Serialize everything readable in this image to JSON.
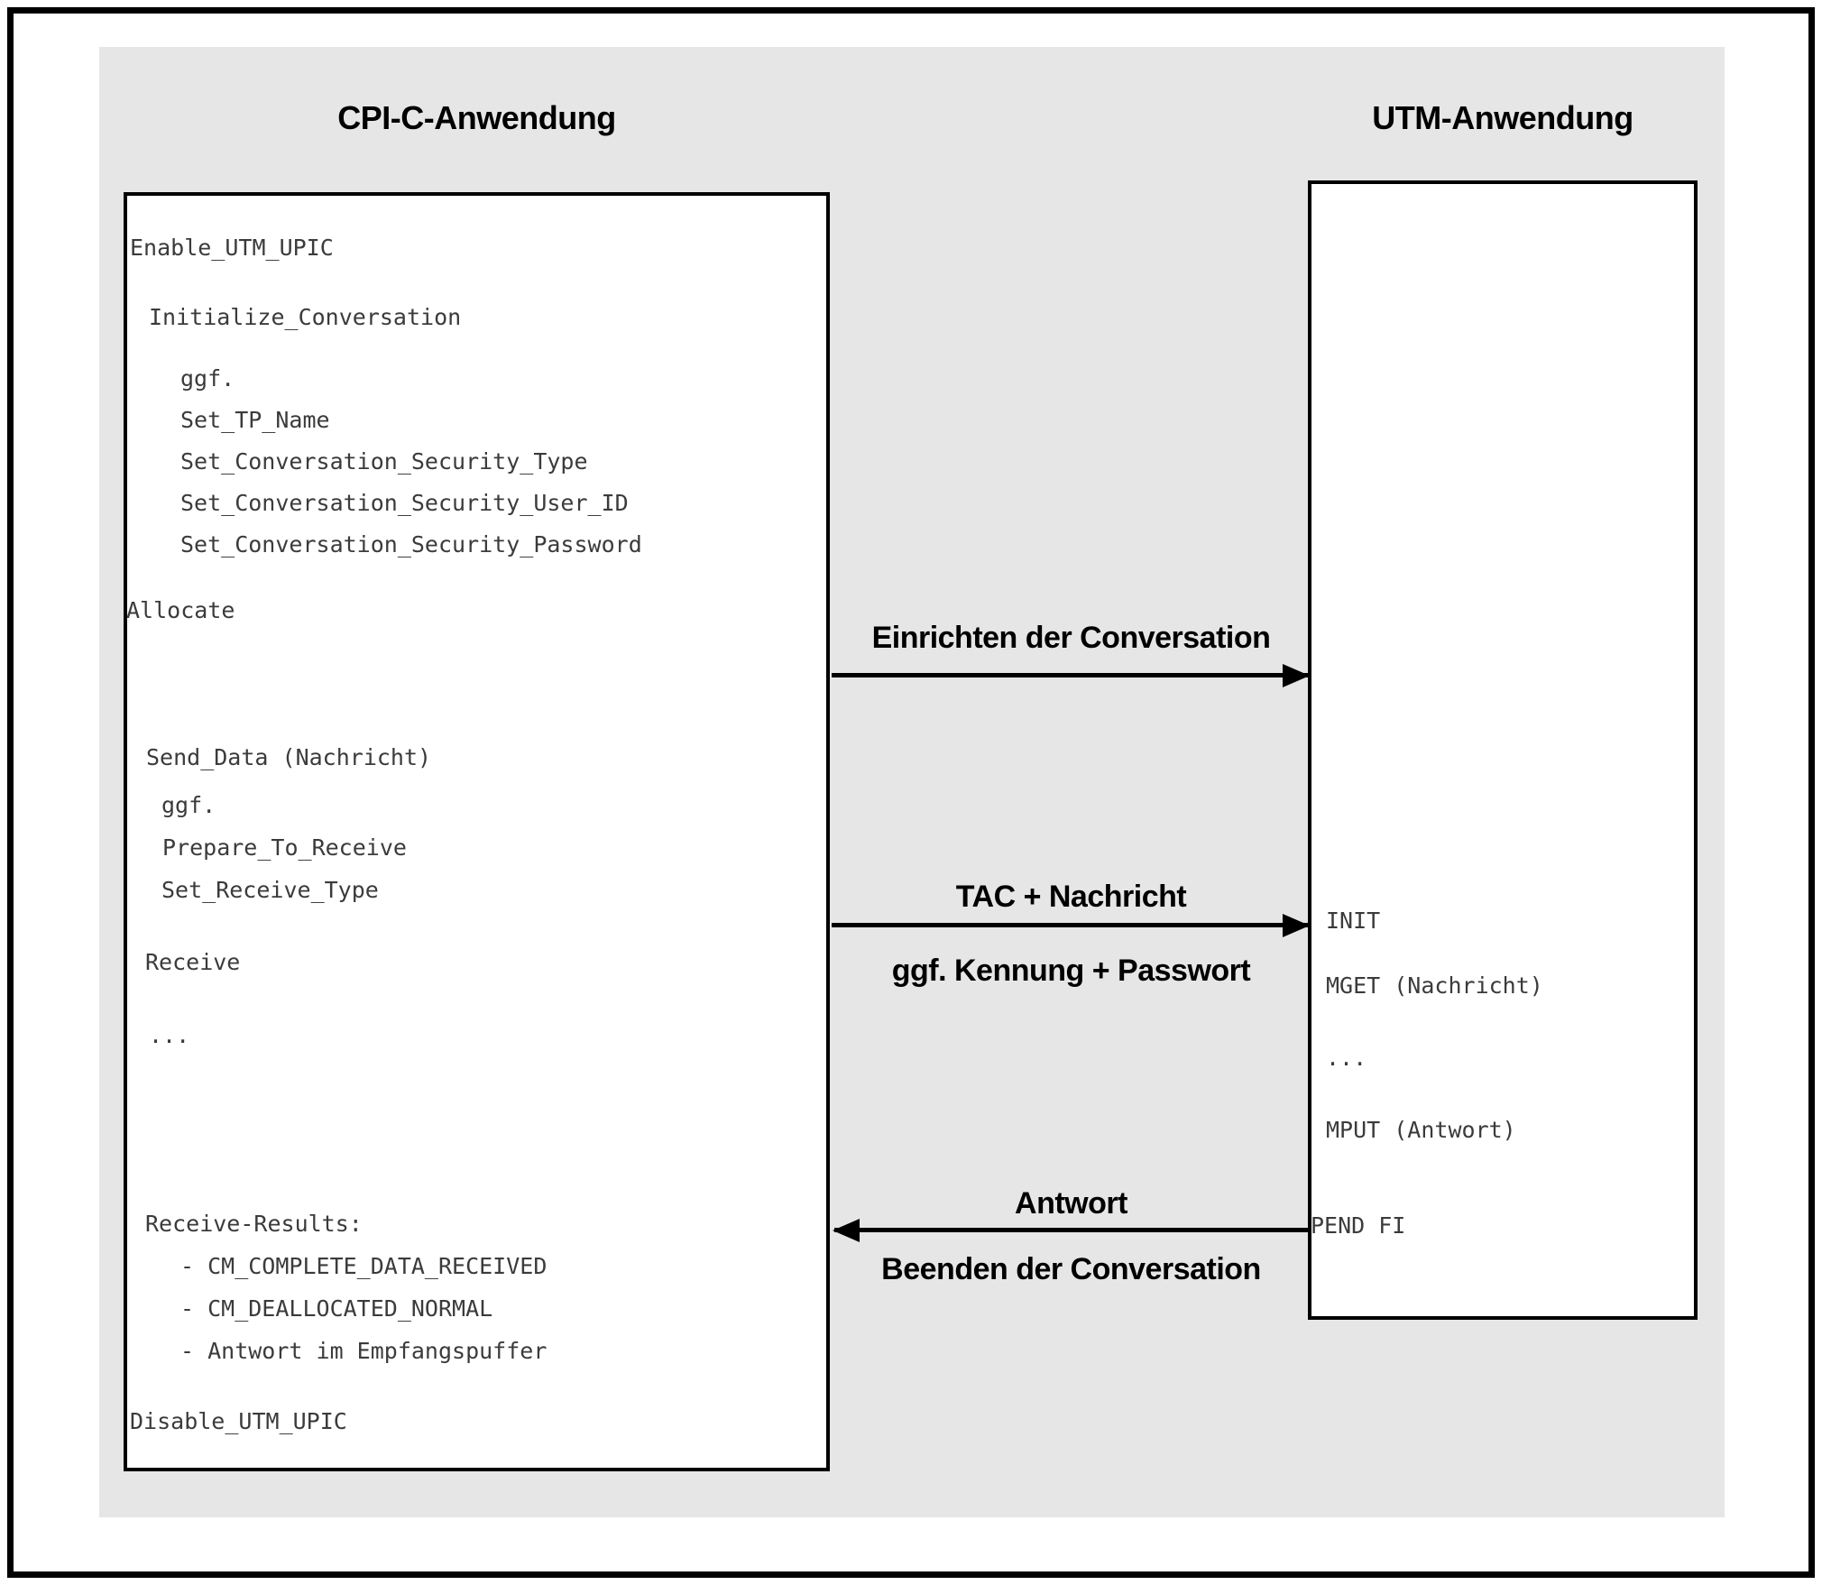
{
  "page": {
    "left_title": "CPI-C-Anwendung",
    "right_title": "UTM-Anwendung",
    "left_box_lines": [
      "Enable_UTM_UPIC",
      "Initialize_Conversation",
      "ggf.",
      "Set_TP_Name",
      "Set_Conversation_Security_Type",
      "Set_Conversation_Security_User_ID",
      "Set_Conversation_Security_Password",
      "Allocate",
      "Send_Data (Nachricht)",
      "ggf.",
      "Prepare_To_Receive",
      "Set_Receive_Type",
      "Receive",
      "...",
      "Receive-Results:",
      "- CM_COMPLETE_DATA_RECEIVED",
      "- CM_DEALLOCATED_NORMAL",
      "- Antwort im Empfangspuffer",
      "Disable_UTM_UPIC"
    ],
    "right_box_lines": [
      "INIT",
      "MGET (Nachricht)",
      "...",
      "MPUT (Antwort)",
      "PEND FI"
    ],
    "arrows": [
      {
        "direction": "right",
        "label_above": "Einrichten der Conversation",
        "label_below": ""
      },
      {
        "direction": "right",
        "label_above": "TAC + Nachricht",
        "label_below": "ggf. Kennung + Passwort"
      },
      {
        "direction": "left",
        "label_above": "Antwort",
        "label_below": "Beenden der Conversation"
      }
    ],
    "colors": {
      "panel_bg": "#e6e6e6",
      "box_bg": "#ffffff",
      "border": "#000000",
      "code_text": "#3b3b3b",
      "label_text": "#000000"
    }
  }
}
